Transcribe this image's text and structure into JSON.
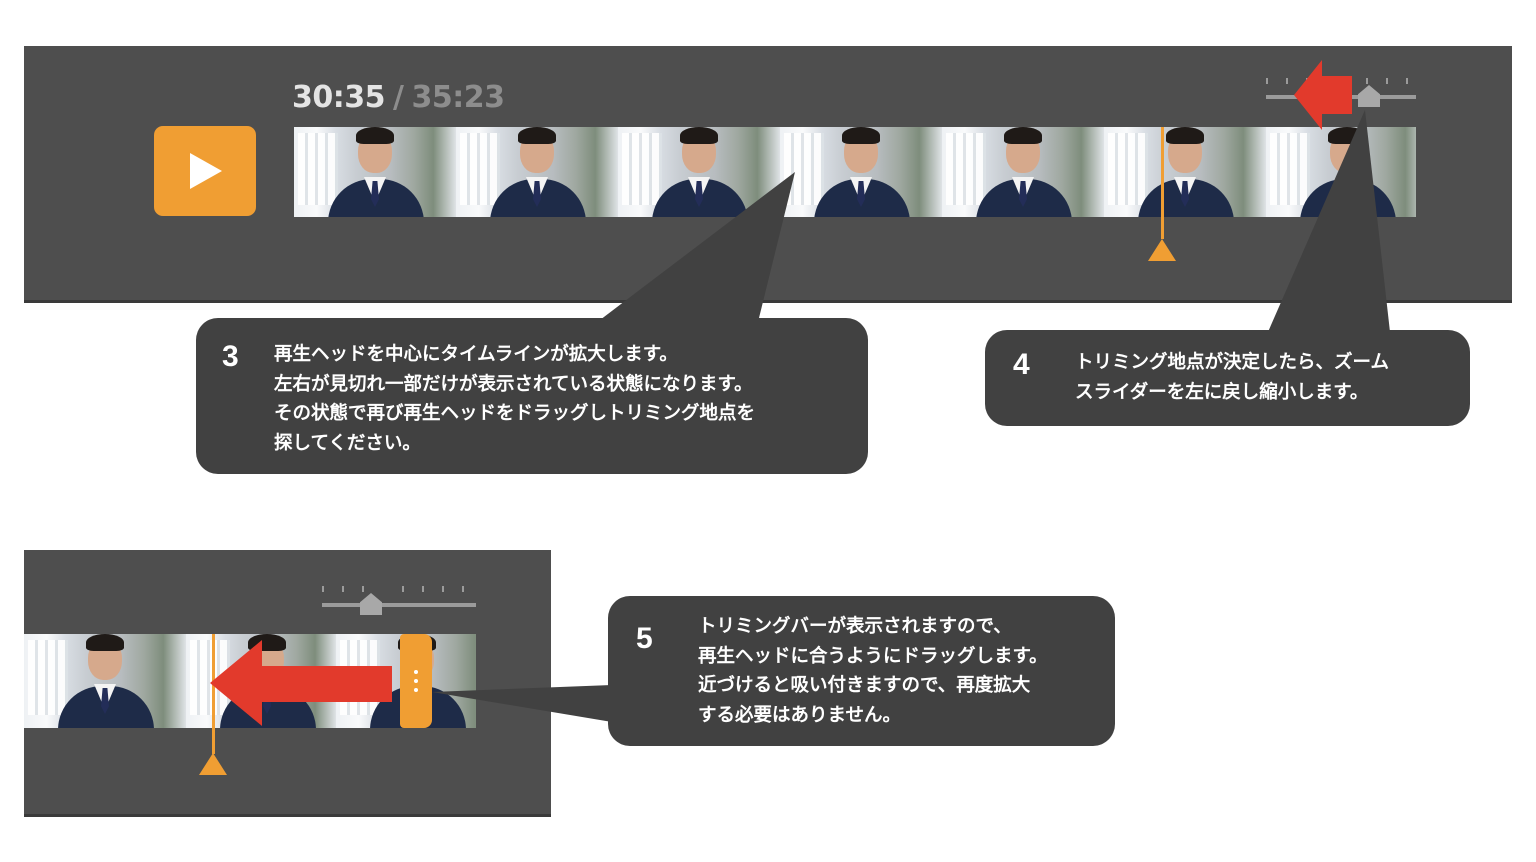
{
  "top_panel": {
    "time_current": "30:35",
    "time_separator": "/",
    "time_total": "35:23"
  },
  "callouts": {
    "step3": {
      "number": "3",
      "lines": [
        "再生ヘッドを中心にタイムラインが拡大します。",
        "左右が見切れ一部だけが表示されている状態になります。",
        "その状態で再び再生ヘッドをドラッグしトリミング地点を",
        "探してください。"
      ]
    },
    "step4": {
      "number": "4",
      "lines": [
        "トリミング地点が決定したら、ズーム",
        "スライダーを左に戻し縮小します。"
      ]
    },
    "step5": {
      "number": "5",
      "lines": [
        "トリミングバーが表示されますので、",
        "再生ヘッドに合うようにドラッグします。",
        "近づけると吸い付きますので、再度拡大",
        "する必要はありません。"
      ]
    }
  },
  "colors": {
    "panel": "#4e4e4e",
    "callout": "#414141",
    "accent_orange": "#f09e33",
    "arrow_red": "#e23a2c",
    "slider": "#9b9b9b"
  },
  "icons": {
    "play": "play-icon",
    "zoom_thumb": "slider-thumb-icon",
    "arrow": "red-arrow-icon"
  }
}
